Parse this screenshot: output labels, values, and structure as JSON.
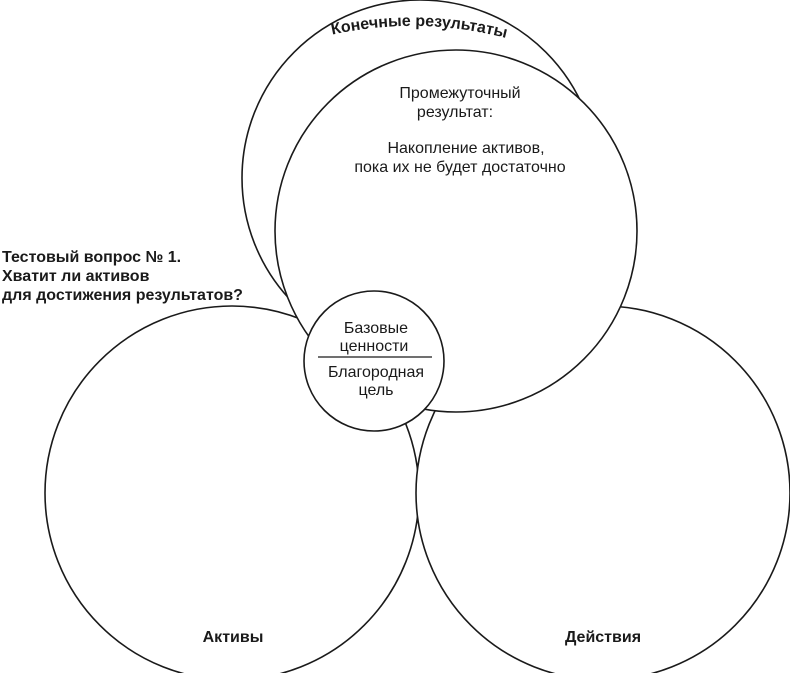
{
  "diagram": {
    "final_results": "Конечные результаты",
    "intermediate_title_line1": "Промежуточный",
    "intermediate_title_line2": "результат:",
    "intermediate_body_line1": "Накопление активов,",
    "intermediate_body_line2": "пока их не будет достаточно",
    "test_question_line1": "Тестовый вопрос № 1.",
    "test_question_line2": "Хватит ли активов",
    "test_question_line3": "для достижения результатов?",
    "core_values_line1": "Базовые",
    "core_values_line2": "ценности",
    "noble_goal_line1": "Благородная",
    "noble_goal_line2": "цель",
    "assets": "Активы",
    "actions": "Действия"
  }
}
